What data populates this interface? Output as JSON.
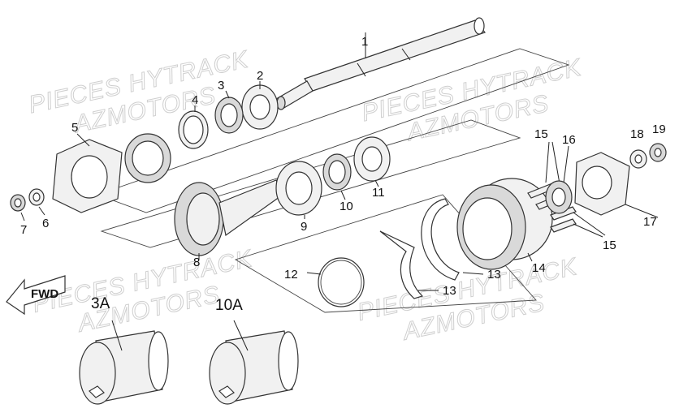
{
  "watermarks": [
    {
      "line1": "PIECES HYTRACK",
      "line2": "AZMOTORS"
    },
    {
      "line1": "PIECES HYTRACK",
      "line2": "AZMOTORS"
    },
    {
      "line1": "PIECES HYTRACK",
      "line2": "AZMOTORS"
    },
    {
      "line1": "PIECES HYTRACK",
      "line2": "AZMOTORS"
    }
  ],
  "fwd_label": "FWD",
  "labels": {
    "p1": "1",
    "p2": "2",
    "p3": "3",
    "p4": "4",
    "p5": "5",
    "p6": "6",
    "p7": "7",
    "p8": "8",
    "p9": "9",
    "p10": "10",
    "p11": "11",
    "p12": "12",
    "p13a": "13",
    "p13b": "13",
    "p14": "14",
    "p15a": "15",
    "p15b": "15",
    "p16": "16",
    "p17": "17",
    "p18": "18",
    "p19": "19",
    "p3a": "3A",
    "p10a": "10A"
  }
}
